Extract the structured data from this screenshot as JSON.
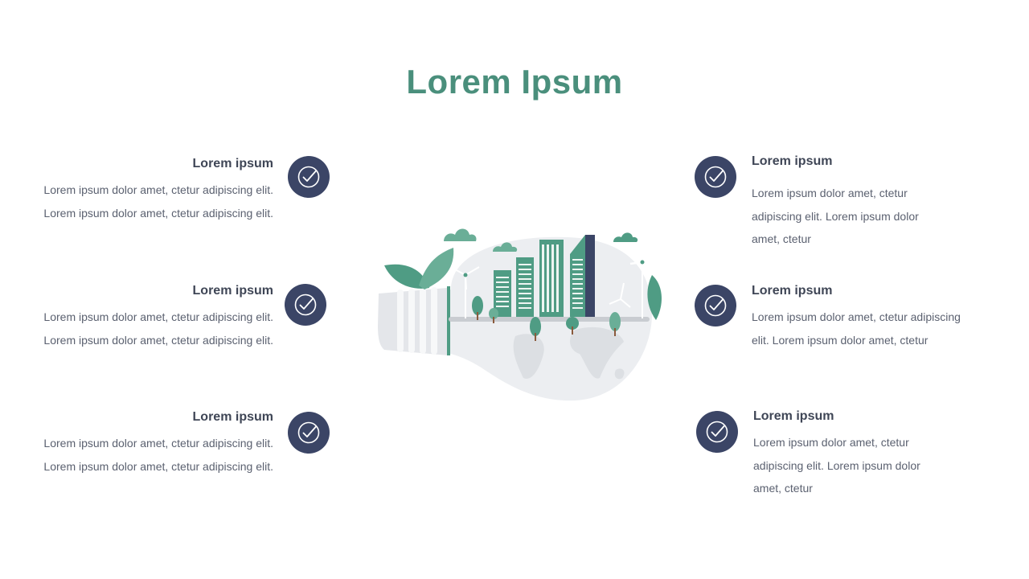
{
  "title": "Lorem Ipsum",
  "left_items": [
    {
      "heading": "Lorem ipsum",
      "text": "Lorem ipsum dolor amet, ctetur adipiscing elit. Lorem ipsum dolor amet, ctetur adipiscing elit."
    },
    {
      "heading": "Lorem ipsum",
      "text": "Lorem ipsum dolor amet, ctetur adipiscing elit. Lorem ipsum dolor amet, ctetur adipiscing elit."
    },
    {
      "heading": "Lorem ipsum",
      "text": "Lorem ipsum dolor amet, ctetur adipiscing elit. Lorem ipsum dolor amet, ctetur adipiscing elit."
    }
  ],
  "right_items": [
    {
      "heading": "Lorem ipsum",
      "text": "Lorem ipsum dolor amet, ctetur adipiscing elit. Lorem ipsum dolor amet, ctetur"
    },
    {
      "heading": "Lorem ipsum",
      "text": "Lorem ipsum dolor amet, ctetur adipiscing elit. Lorem ipsum dolor amet, ctetur"
    },
    {
      "heading": "Lorem ipsum",
      "text": "Lorem ipsum dolor amet, ctetur adipiscing elit. Lorem ipsum dolor amet, ctetur"
    }
  ],
  "icons": {
    "check": "check-circle-icon",
    "illustration": "eco-city-lightbulb-illustration"
  },
  "colors": {
    "title": "#4a8f7c",
    "check_badge": "#3b4566",
    "heading": "#3f4656",
    "body_text": "#5b6170",
    "green": "#4f9c84"
  }
}
